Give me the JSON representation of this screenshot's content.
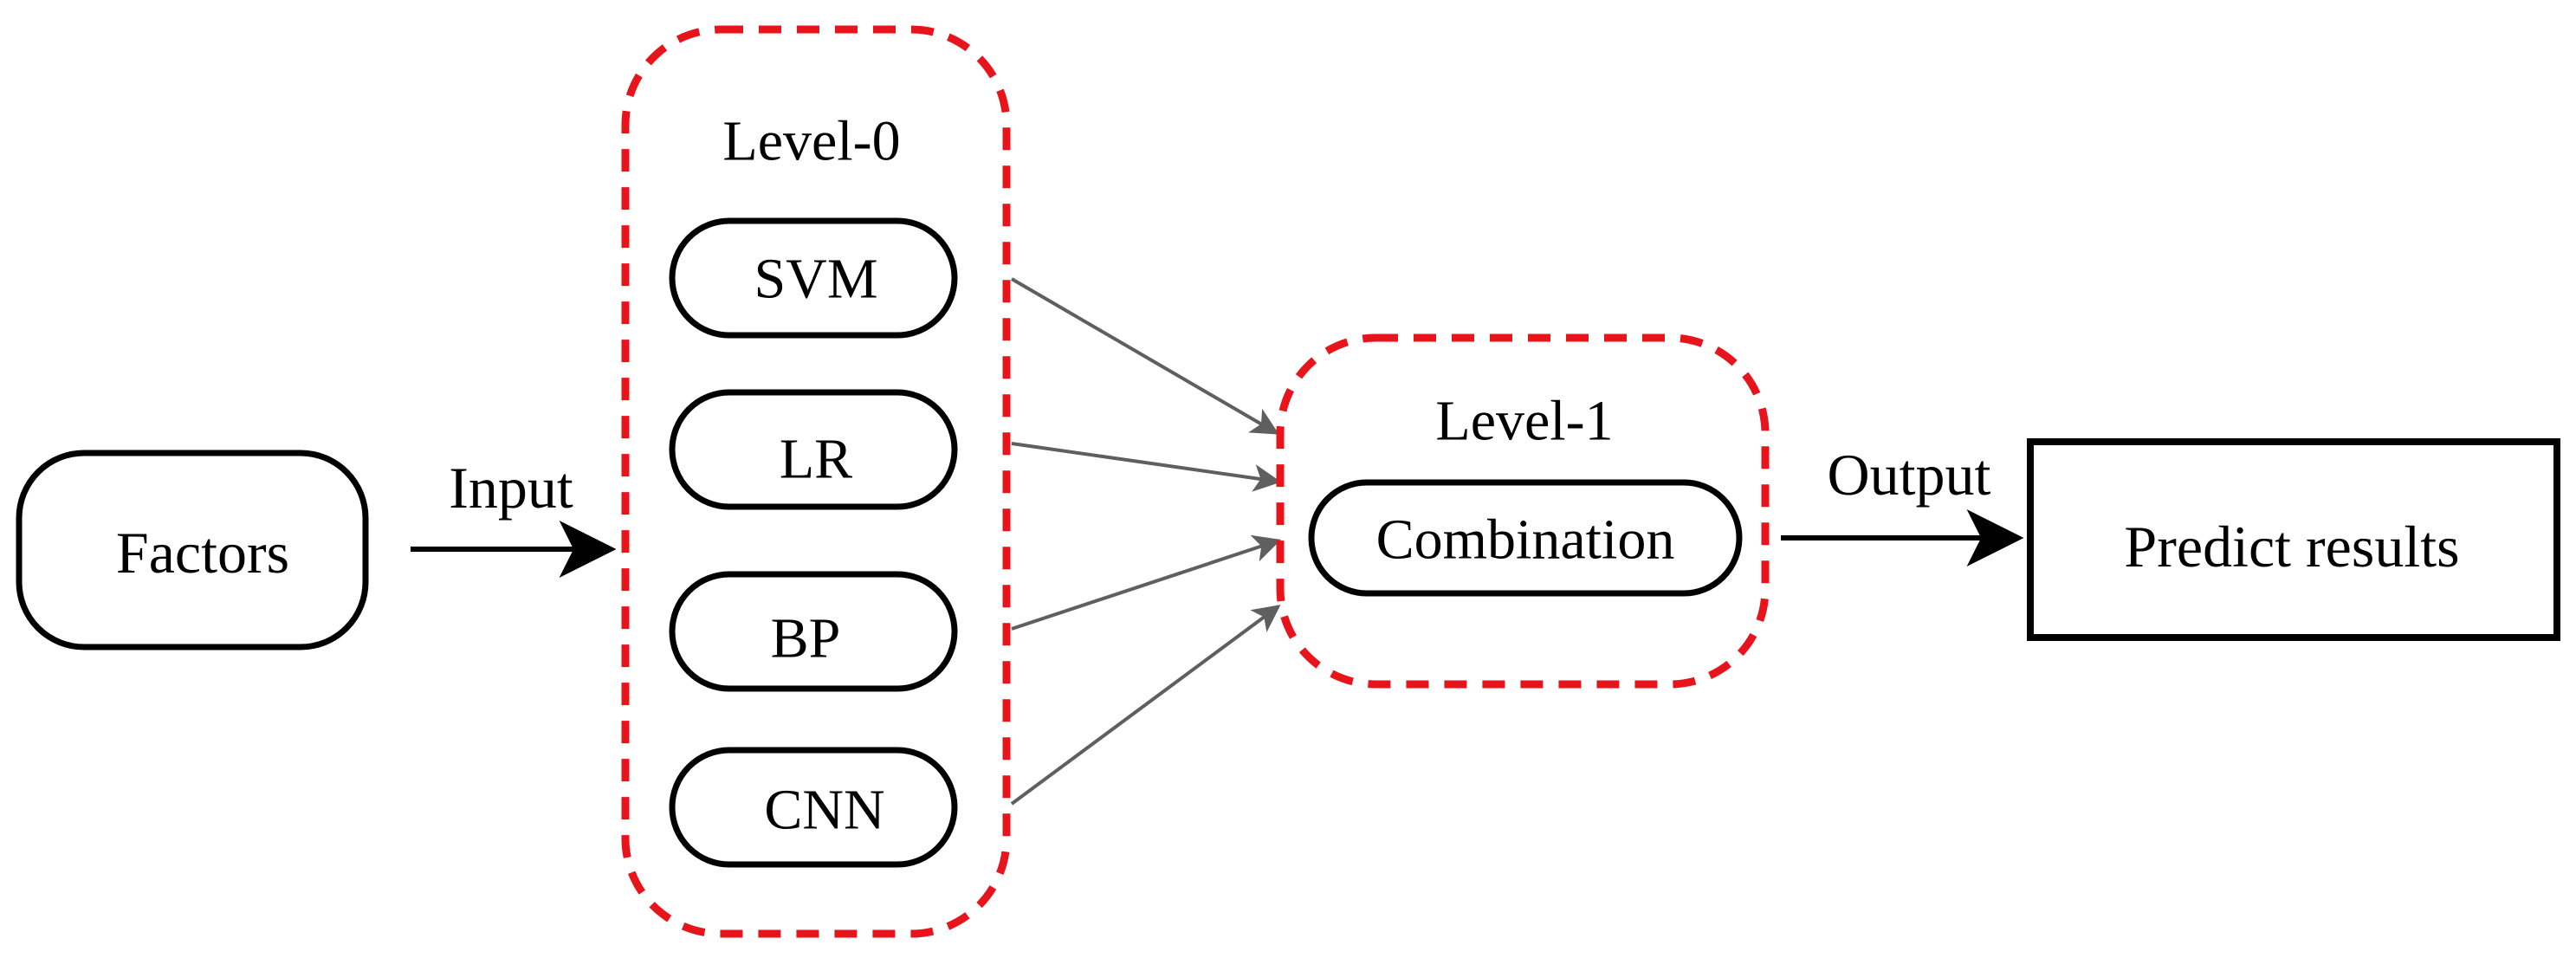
{
  "colors": {
    "level_border": "#e8141c",
    "node_border": "#000000",
    "connector": "#5f5f5f",
    "arrow": "#000000",
    "background": "#ffffff"
  },
  "input_node": {
    "label": "Factors"
  },
  "input_arrow": {
    "label": "Input"
  },
  "level0": {
    "title": "Level-0",
    "models": [
      "SVM",
      "LR",
      "BP",
      "CNN"
    ]
  },
  "level1": {
    "title": "Level-1",
    "node": "Combination"
  },
  "output_arrow": {
    "label": "Output"
  },
  "output_node": {
    "label": "Predict results"
  }
}
